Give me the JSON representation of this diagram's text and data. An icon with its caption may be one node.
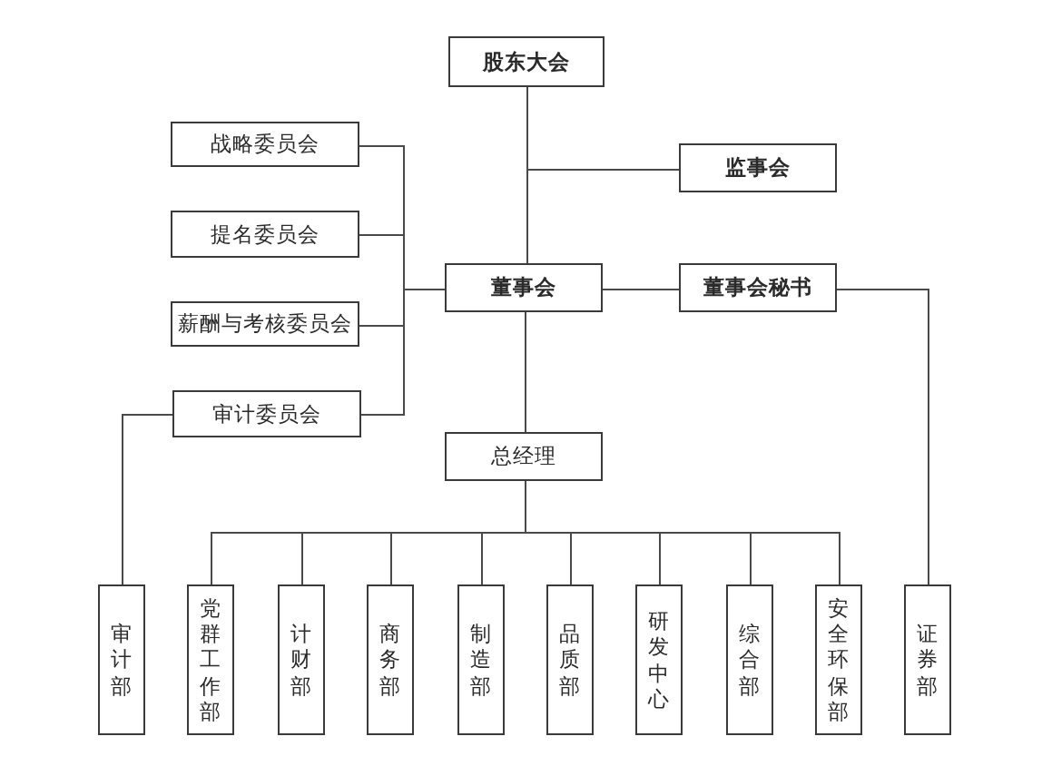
{
  "diagram": {
    "nodes": [
      {
        "text": [
          "股东大会"
        ]
      },
      {
        "text": [
          "战略委员会"
        ]
      },
      {
        "text": [
          "监事会"
        ]
      },
      {
        "text": [
          "提名委员会"
        ]
      },
      {
        "text": [
          "董事会"
        ]
      },
      {
        "text": [
          "董事会秘书"
        ]
      },
      {
        "text": [
          "薪酬与考核委员会"
        ]
      },
      {
        "text": [
          "审计委员会"
        ]
      },
      {
        "text": [
          "总经理"
        ]
      },
      {
        "text": [
          "审计部"
        ]
      },
      {
        "text": [
          "党群工作部"
        ]
      },
      {
        "text": [
          "计财部"
        ]
      },
      {
        "text": [
          "商务部"
        ]
      },
      {
        "text": [
          "制造部"
        ]
      },
      {
        "text": [
          "品质部"
        ]
      },
      {
        "text": [
          "研发中心"
        ]
      },
      {
        "text": [
          "综合部"
        ]
      },
      {
        "text": [
          "安全环保部"
        ]
      },
      {
        "text": [
          "证券部"
        ]
      }
    ],
    "edges": [
      {
        "from": 0,
        "to": 4,
        "arrow": "none"
      },
      {
        "from": 0,
        "to": 2,
        "arrow": "none"
      },
      {
        "from": 1,
        "to": 4,
        "arrow": "none"
      },
      {
        "from": 3,
        "to": 4,
        "arrow": "none"
      },
      {
        "from": 6,
        "to": 4,
        "arrow": "none"
      },
      {
        "from": 7,
        "to": 4,
        "arrow": "none"
      },
      {
        "from": 4,
        "to": 5,
        "arrow": "none"
      },
      {
        "from": 4,
        "to": 8,
        "arrow": "none"
      },
      {
        "from": 7,
        "to": 9,
        "arrow": "none"
      },
      {
        "from": 5,
        "to": 18,
        "arrow": "none"
      },
      {
        "from": 8,
        "to": 10,
        "arrow": "none"
      },
      {
        "from": 8,
        "to": 11,
        "arrow": "none"
      },
      {
        "from": 8,
        "to": 12,
        "arrow": "none"
      },
      {
        "from": 8,
        "to": 13,
        "arrow": "none"
      },
      {
        "from": 8,
        "to": 14,
        "arrow": "none"
      },
      {
        "from": 8,
        "to": 15,
        "arrow": "none"
      },
      {
        "from": 8,
        "to": 16,
        "arrow": "none"
      },
      {
        "from": 8,
        "to": 17,
        "arrow": "none"
      }
    ]
  }
}
